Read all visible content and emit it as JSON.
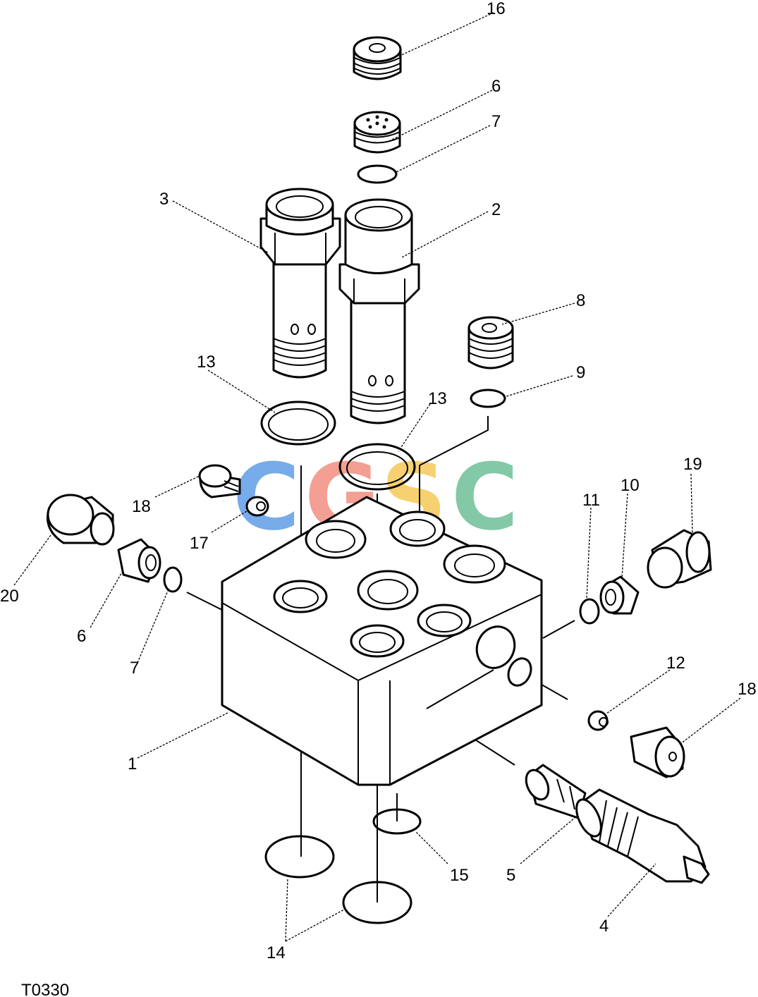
{
  "drawing_code": "T0330",
  "watermark": {
    "letters": [
      "C",
      "G",
      "S",
      "C"
    ],
    "colors": [
      "#4a90e2",
      "#f08070",
      "#f5c242",
      "#5cb88a"
    ]
  },
  "callouts": {
    "c1": "1",
    "c2": "2",
    "c3": "3",
    "c4": "4",
    "c5": "5",
    "c6a": "6",
    "c6b": "6",
    "c7a": "7",
    "c7b": "7",
    "c8": "8",
    "c9": "9",
    "c10": "10",
    "c11": "11",
    "c12": "12",
    "c13a": "13",
    "c13b": "13",
    "c14": "14",
    "c15": "15",
    "c16": "16",
    "c17": "17",
    "c18a": "18",
    "c18b": "18",
    "c19": "19",
    "c20": "20"
  }
}
